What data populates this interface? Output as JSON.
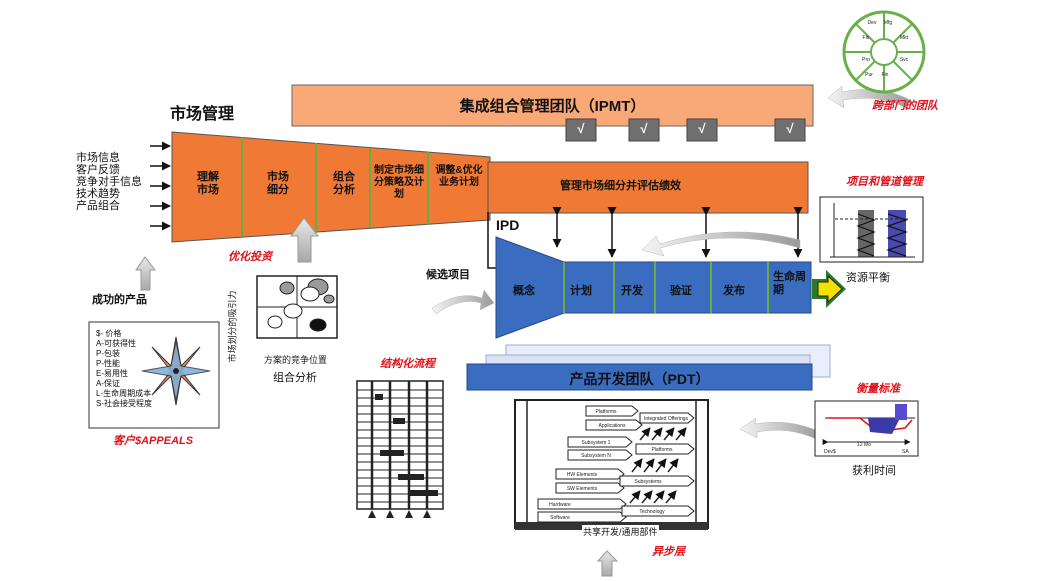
{
  "market": {
    "title": "市场管理",
    "inputs": [
      "市场信息",
      "客户反馈",
      "竞争对手信息",
      "技术趋势",
      "产品组合"
    ],
    "stages": [
      "理解市场",
      "市场细分",
      "组合分析",
      "制定市场细分策略及计划",
      "调整&优化业务计划"
    ],
    "manage_label": "管理市场细分并评估绩效"
  },
  "ipmt": {
    "title": "集成组合管理团队（IPMT）",
    "check": "√",
    "cross_team_label": "跨部门的团队",
    "wheel_labels": [
      "Dev",
      "Mfg",
      "Mkt",
      "Svc",
      "Fin",
      "Pro",
      "Fin",
      "Pur"
    ]
  },
  "ipd": {
    "title": "IPD",
    "candidate_label": "候选项目",
    "phases": [
      "概念",
      "计划",
      "开发",
      "验证",
      "发布",
      "生命周期"
    ]
  },
  "pdt": {
    "title": "产品开发团队（PDT）"
  },
  "labels": {
    "optimize": "优化投资",
    "success_product": "成功的产品",
    "portfolio_analysis": "组合分析",
    "position_axis": "方案的竞争位置",
    "attract_axis": "市场划分的吸引力",
    "structured_process": "结构化流程",
    "async_layer": "异步层",
    "shared_building_blocks": "共享开发/通用部件",
    "metrics": "衡量标准",
    "profit_time": "获利时间",
    "project_pipeline": "项目和管道管理",
    "resource_balance": "资源平衡"
  },
  "appeals": {
    "items": [
      "$- 价格",
      "A-可获得性",
      "P-包装",
      "P-性能",
      "E-易用性",
      "A-保证",
      "L-生命周期成本",
      "S-社会接受程度"
    ],
    "caption": "客户$APPEALS"
  },
  "async": {
    "items": [
      "Platforms",
      "Applications",
      "Integrated Offerings",
      "Subsystem 1",
      "Subsystem N",
      "Platforms",
      "HW Elements",
      "SW Elements",
      "Subsystems",
      "Hardware",
      "Technology",
      "Software"
    ]
  },
  "metrics_chart": {
    "labels": [
      "Dev$",
      "SA"
    ],
    "span_label": "12 Mo"
  },
  "colors": {
    "orange": "#f07a35",
    "salmon": "#f9a878",
    "blue": "#3a6cc0",
    "green": "#56a04a",
    "red": "#e0121b"
  }
}
